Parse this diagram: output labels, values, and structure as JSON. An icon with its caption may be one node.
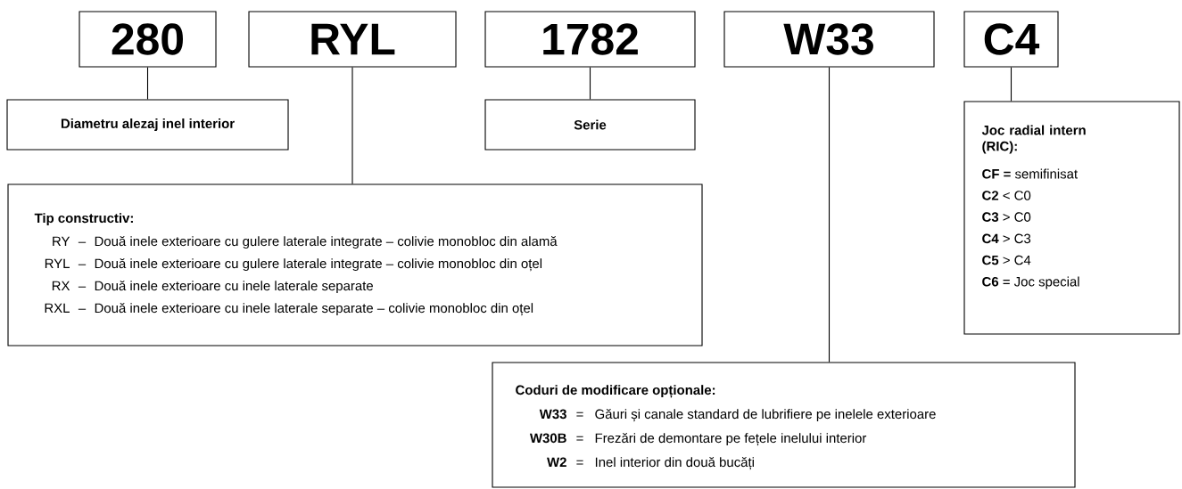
{
  "diagram": {
    "nodes": [
      {
        "text": [
          "280"
        ]
      },
      {
        "text": [
          "RYL"
        ]
      },
      {
        "text": [
          "1782"
        ]
      },
      {
        "text": [
          "W33"
        ]
      },
      {
        "text": [
          "C4"
        ]
      },
      {
        "text": [
          "Diametru alezaj inel interior"
        ]
      },
      {
        "text": [
          "Serie"
        ]
      },
      {
        "text": [
          "Tip constructiv:",
          "RY",
          "–",
          "Două inele exterioare cu gulere laterale integrate – colivie monobloc din alamă",
          "RYL",
          "–",
          "Două inele exterioare cu gulere laterale integrate – colivie monobloc din oțel",
          "RX",
          "–",
          "Două inele exterioare cu inele laterale separate",
          "RXL",
          "–",
          "Două inele exterioare cu inele laterale separate – colivie monobloc din oțel"
        ]
      },
      {
        "text": [
          "Joc radial intern (RIC):",
          "**CF =** semifinisat",
          "**C2** < C0",
          "**C3** > C0",
          "**C4** > C3",
          "**C5** > C4",
          "**C6** = Joc special"
        ]
      },
      {
        "text": [
          "Coduri de modificare opționale:",
          "W33",
          "=",
          "Găuri și canale standard de lubrifiere pe inelele exterioare",
          "W30B",
          "=",
          "Frezări de demontare pe fețele inelului interior",
          "W2",
          "=",
          "Inel interior din două bucăți"
        ]
      }
    ],
    "edges": [
      {
        "from": 0,
        "to": 5,
        "arrow": "none"
      },
      {
        "from": 1,
        "to": 7,
        "arrow": "none"
      },
      {
        "from": 2,
        "to": 6,
        "arrow": "none"
      },
      {
        "from": 3,
        "to": 9,
        "arrow": "none"
      },
      {
        "from": 4,
        "to": 8,
        "arrow": "none"
      }
    ]
  }
}
